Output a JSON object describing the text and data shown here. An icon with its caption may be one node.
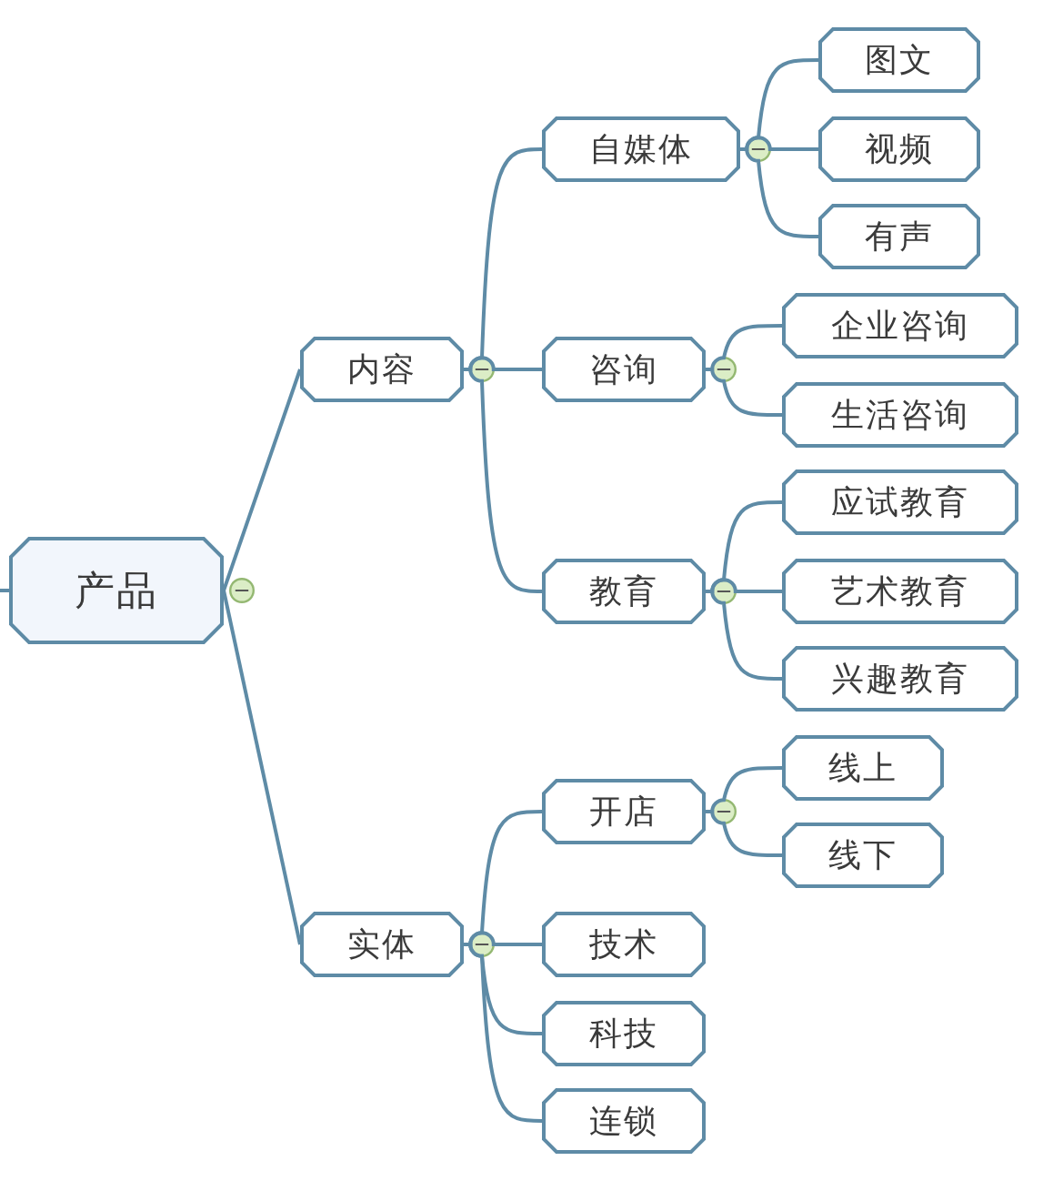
{
  "diagram": {
    "nodes": [
      {
        "text": [
          "产品"
        ]
      },
      {
        "text": [
          "内容"
        ]
      },
      {
        "text": [
          "自媒体"
        ]
      },
      {
        "text": [
          "图文"
        ]
      },
      {
        "text": [
          "视频"
        ]
      },
      {
        "text": [
          "有声"
        ]
      },
      {
        "text": [
          "咨询"
        ]
      },
      {
        "text": [
          "企业咨询"
        ]
      },
      {
        "text": [
          "生活咨询"
        ]
      },
      {
        "text": [
          "教育"
        ]
      },
      {
        "text": [
          "应试教育"
        ]
      },
      {
        "text": [
          "艺术教育"
        ]
      },
      {
        "text": [
          "兴趣教育"
        ]
      },
      {
        "text": [
          "实体"
        ]
      },
      {
        "text": [
          "开店"
        ]
      },
      {
        "text": [
          "线上"
        ]
      },
      {
        "text": [
          "线下"
        ]
      },
      {
        "text": [
          "技术"
        ]
      },
      {
        "text": [
          "科技"
        ]
      },
      {
        "text": [
          "连锁"
        ]
      }
    ],
    "edges": [
      {
        "from": null,
        "to": 0,
        "arrow": "none"
      },
      {
        "from": 0,
        "to": 1,
        "arrow": "none"
      },
      {
        "from": 0,
        "to": 13,
        "arrow": "none"
      },
      {
        "from": 1,
        "to": 2,
        "arrow": "none"
      },
      {
        "from": 1,
        "to": 6,
        "arrow": "none"
      },
      {
        "from": 1,
        "to": 9,
        "arrow": "none"
      },
      {
        "from": 2,
        "to": 3,
        "arrow": "none"
      },
      {
        "from": 2,
        "to": 4,
        "arrow": "none"
      },
      {
        "from": 2,
        "to": 5,
        "arrow": "none"
      },
      {
        "from": 6,
        "to": 7,
        "arrow": "none"
      },
      {
        "from": 6,
        "to": 8,
        "arrow": "none"
      },
      {
        "from": 9,
        "to": 10,
        "arrow": "none"
      },
      {
        "from": 9,
        "to": 11,
        "arrow": "none"
      },
      {
        "from": 9,
        "to": 12,
        "arrow": "none"
      },
      {
        "from": 13,
        "to": 14,
        "arrow": "none"
      },
      {
        "from": 13,
        "to": 17,
        "arrow": "none"
      },
      {
        "from": 13,
        "to": 18,
        "arrow": "none"
      },
      {
        "from": 13,
        "to": 19,
        "arrow": "none"
      },
      {
        "from": 14,
        "to": 15,
        "arrow": "none"
      },
      {
        "from": 14,
        "to": 16,
        "arrow": "none"
      }
    ]
  }
}
